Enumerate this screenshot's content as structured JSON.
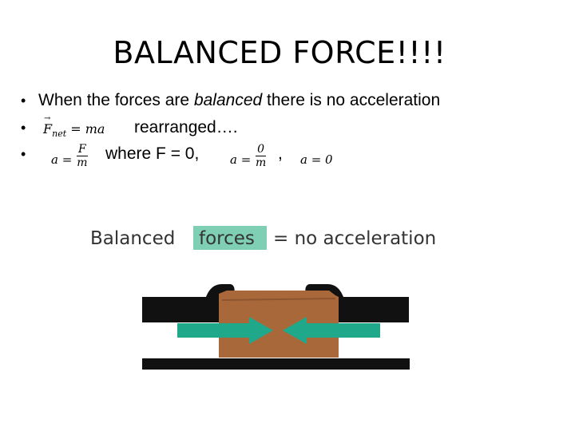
{
  "slide": {
    "title": "BALANCED FORCE!!!!",
    "bullets": [
      {
        "text_before": "When the forces are ",
        "text_italic": "balanced",
        "text_after": " there is no acceleration"
      },
      {
        "eq_lhs": "F",
        "eq_sub": "net",
        "eq_rhs": "= ma",
        "text": "rearranged…."
      },
      {
        "eq1_lhs": "a =",
        "eq1_num": "F",
        "eq1_den": "m",
        "text": "where F = 0,",
        "eq2_lhs": "a =",
        "eq2_num": "0",
        "eq2_den": "m",
        "separator": ",",
        "eq3": "a = 0"
      }
    ],
    "bullet_glyph": "•"
  },
  "diagram": {
    "caption_part1": "Balanced",
    "caption_highlight": "forces",
    "caption_part2": "= no acceleration",
    "highlight_color": "#7fcfb5",
    "box_color": "#a9683a",
    "arrow_color": "#1fa98a",
    "hands_color": "#111111",
    "floor_color": "#111111"
  }
}
